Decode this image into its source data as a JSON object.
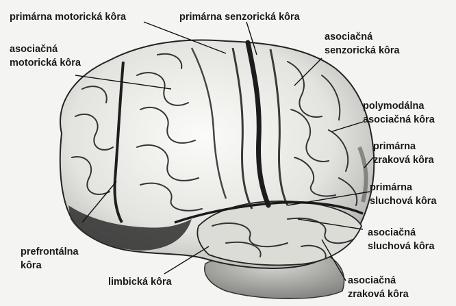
{
  "labels": {
    "primary_motor": "primárna motorická kôra",
    "primary_sensory": "primárna senzorická kôra",
    "assoc_motor": [
      "asociačná",
      "motorická kôra"
    ],
    "assoc_sensory": [
      "asociačná",
      "senzorická kôra"
    ],
    "polymodal": [
      "polymodálna",
      "asociačná kôra"
    ],
    "primary_visual": [
      "primárna",
      "zraková kôra"
    ],
    "primary_auditory": [
      "primárna",
      "sluchová kôra"
    ],
    "assoc_auditory": [
      "asociačná",
      "sluchová kôra"
    ],
    "prefrontal": [
      "prefrontálna",
      "kôra"
    ],
    "limbic": "limbická kôra",
    "assoc_visual": [
      "asociačná",
      "zraková kôra"
    ]
  },
  "colors": {
    "background": "#f4f4f2",
    "text": "#1a1a1a",
    "leader": "#111111",
    "brain_light": "#e6e6e2",
    "brain_mid": "#9a9a96",
    "brain_dark": "#2a2a2a"
  }
}
